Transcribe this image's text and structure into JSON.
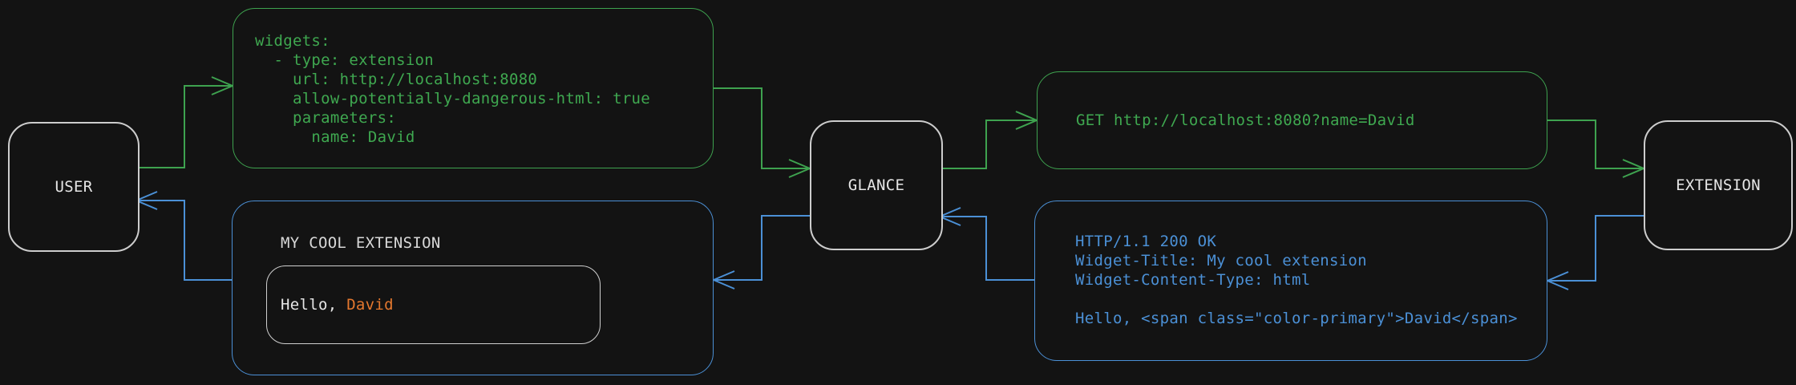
{
  "colors": {
    "background": "#131313",
    "request_green": "#3ea24f",
    "response_blue": "#4b90d6",
    "primary_orange": "#e4782e",
    "node_border": "#cdcdcd",
    "text_light": "#e6e6e6"
  },
  "nodes": {
    "user": {
      "label": "USER"
    },
    "glance": {
      "label": "GLANCE"
    },
    "extension": {
      "label": "EXTENSION"
    }
  },
  "config_box": {
    "lines": [
      "widgets:",
      "  - type: extension",
      "    url: http://localhost:8080",
      "    allow-potentially-dangerous-html: true",
      "    parameters:",
      "      name: David"
    ]
  },
  "request_box": {
    "text": "GET http://localhost:8080?name=David"
  },
  "response_box": {
    "lines": [
      "HTTP/1.1 200 OK",
      "Widget-Title: My cool extension",
      "Widget-Content-Type: html",
      "",
      "Hello, <span class=\"color-primary\">David</span>"
    ]
  },
  "widget_box": {
    "title": "MY COOL EXTENSION",
    "greeting_prefix": "Hello, ",
    "greeting_name": "David"
  }
}
